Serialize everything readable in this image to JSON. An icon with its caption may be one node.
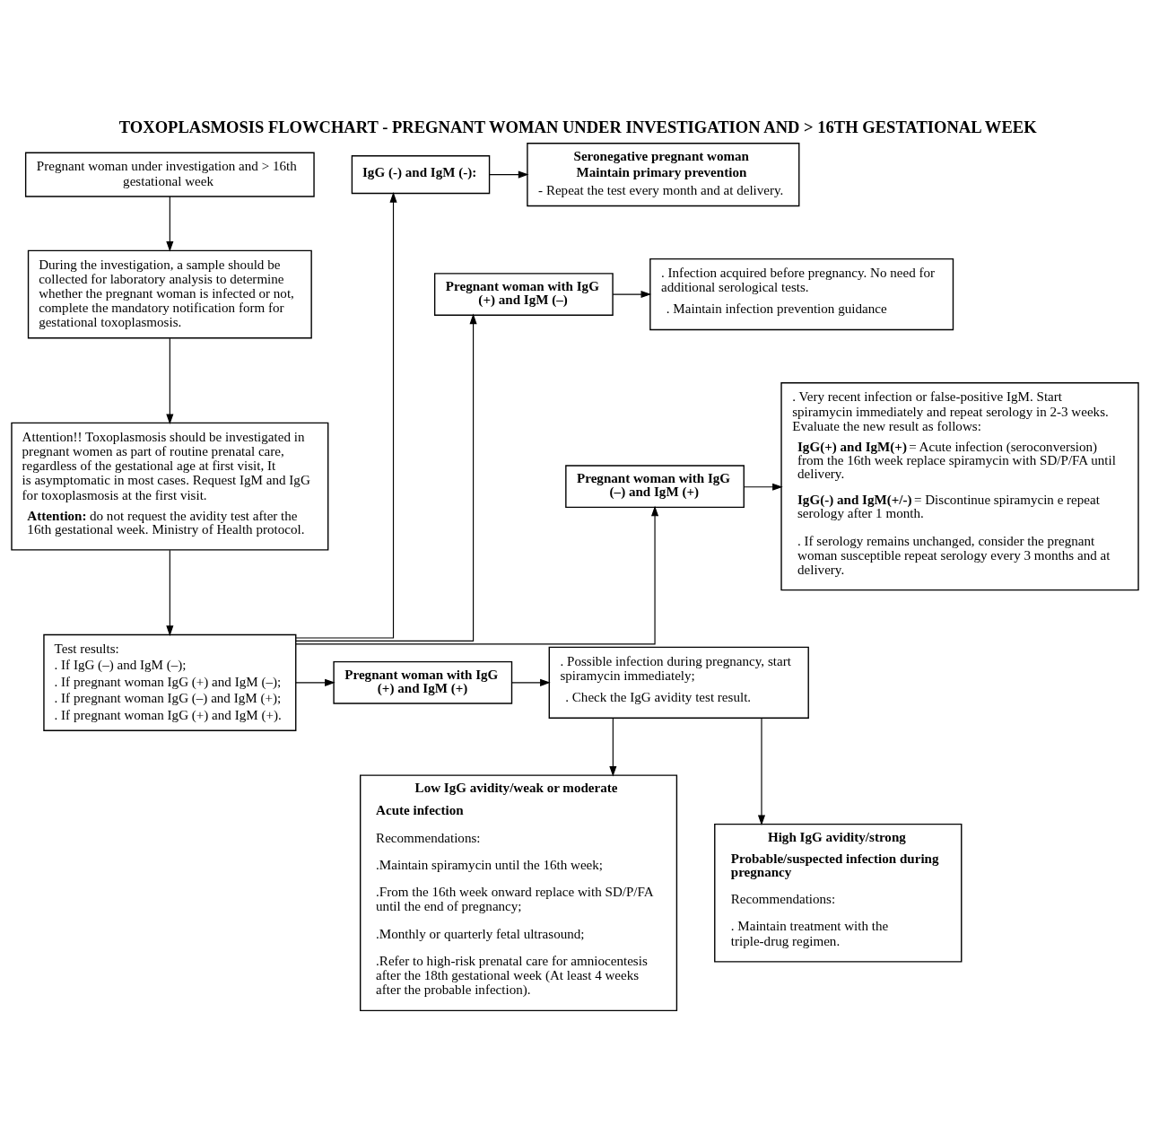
{
  "diagram": {
    "title": "TOXOPLASMOSIS FLOWCHART - PREGNANT WOMAN UNDER INVESTIGATION AND > 16TH GESTATIONAL WEEK",
    "nodes": [
      {
        "text": [
          "Pregnant woman under investigation and > 16th gestational week"
        ]
      },
      {
        "text": [
          "During the investigation, a sample should be collected for laboratory analysis to determine whether the pregnant woman is infected or not, complete the mandatory notification form for gestational toxoplasmosis."
        ]
      },
      {
        "text": [
          "Attention!! Toxoplasmosis should be investigated in pregnant women as part of routine prenatal care, regardless of the gestational age at first visit, It is asymptomatic in most cases. Request IgM and IgG for toxoplasmosis at the first visit.",
          "**Attention:** do not request the avidity test after the 16th gestational week. Ministry of Health protocol."
        ]
      },
      {
        "text": [
          "Test results:",
          ". If IgG (–) and IgM (–);",
          ". If pregnant woman IgG (+) and IgM (–);",
          ". If pregnant woman IgG (–) and IgM (+);",
          ". If pregnant woman IgG (+) and IgM (+)."
        ]
      },
      {
        "text": [
          "IgG (-) and IgM (-):"
        ]
      },
      {
        "text": [
          "Seronegative pregnant woman",
          "Maintain primary prevention",
          "- Repeat the test every month and at delivery."
        ]
      },
      {
        "text": [
          "Pregnant woman with IgG (+) and IgM (–)"
        ]
      },
      {
        "text": [
          ". Infection acquired before pregnancy. No need for additional serological tests.",
          ". Maintain infection prevention guidance"
        ]
      },
      {
        "text": [
          "Pregnant woman with IgG (–) and IgM (+)"
        ]
      },
      {
        "text": [
          ". Very recent infection or false-positive IgM. Start spiramycin immediately and repeat serology in 2-3 weeks. Evaluate the new result as follows:",
          "**IgG(+) and IgM(+)** = Acute infection (seroconversion) from the 16th week replace spiramycin with SD/P/FA until delivery.",
          "**IgG(-) and IgM(+/-)** = Discontinue spiramycin e repeat serology after 1 month.",
          ". If serology remains unchanged, consider the pregnant woman susceptible repeat serology every 3 months and at delivery."
        ]
      },
      {
        "text": [
          "Pregnant woman with IgG (+) and IgM (+)"
        ]
      },
      {
        "text": [
          ". Possible infection during pregnancy, start spiramycin immediately;",
          ". Check the IgG avidity test result."
        ]
      },
      {
        "text": [
          "Low IgG avidity/weak or moderate",
          "Acute infection",
          "Recommendations:",
          ".Maintain spiramycin until the 16th week;",
          ".From the 16th week onward replace with SD/P/FA until the end of pregnancy;",
          ".Monthly or quarterly fetal ultrasound;",
          ".Refer to high-risk prenatal care for amniocentesis after the 18th gestational week (At least 4 weeks after the probable infection)."
        ]
      },
      {
        "text": [
          "High IgG avidity/strong",
          "Probable/suspected infection during pregnancy",
          "Recommendations:",
          ". Maintain treatment with the triple-drug regimen."
        ]
      }
    ],
    "edges": [
      {
        "from": 0,
        "to": 1,
        "arrow": "to"
      },
      {
        "from": 1,
        "to": 2,
        "arrow": "to"
      },
      {
        "from": 2,
        "to": 3,
        "arrow": "to"
      },
      {
        "from": 3,
        "to": 4,
        "arrow": "to"
      },
      {
        "from": 3,
        "to": 6,
        "arrow": "to"
      },
      {
        "from": 3,
        "to": 8,
        "arrow": "to"
      },
      {
        "from": 3,
        "to": 10,
        "arrow": "to"
      },
      {
        "from": 4,
        "to": 5,
        "arrow": "to"
      },
      {
        "from": 6,
        "to": 7,
        "arrow": "to"
      },
      {
        "from": 8,
        "to": 9,
        "arrow": "to"
      },
      {
        "from": 10,
        "to": 11,
        "arrow": "to"
      },
      {
        "from": 11,
        "to": 12,
        "arrow": "to"
      },
      {
        "from": 11,
        "to": 13,
        "arrow": "to"
      }
    ]
  }
}
